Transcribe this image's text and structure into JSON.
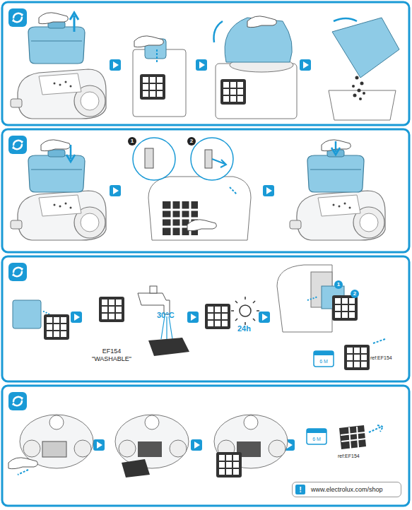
{
  "diagram": {
    "nodes": [
      {
        "text": [
          "6 M"
        ]
      },
      {
        "text": [
          "6 M"
        ]
      },
      {
        "text": [
          "!",
          "www.electrolux.com/shop"
        ]
      }
    ],
    "labels": [
      "1",
      "2",
      "EF154",
      "\"WASHABLE\"",
      "30°C",
      "24h",
      "1",
      "2",
      "ref:EF154",
      "ref:EF154"
    ]
  }
}
